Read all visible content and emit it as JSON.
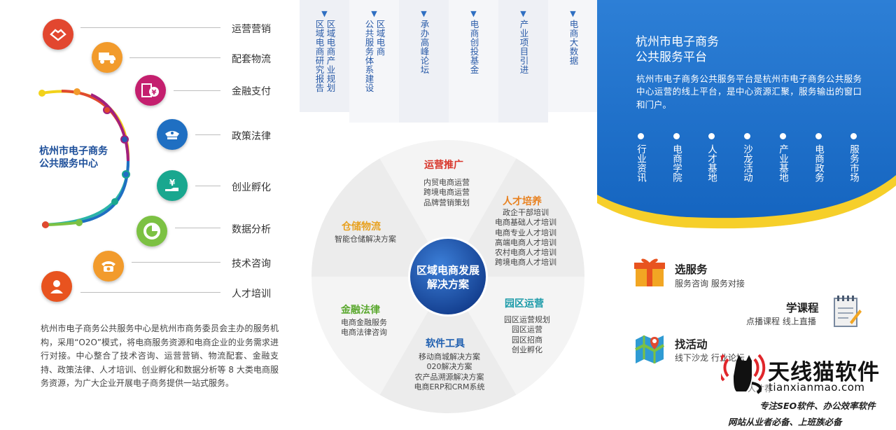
{
  "left": {
    "center_title": [
      "杭州市电子商务",
      "公共服务中心"
    ],
    "services": [
      {
        "label": "运营营销",
        "icon": "handshake-icon",
        "color": "#e2472f"
      },
      {
        "label": "配套物流",
        "icon": "truck-icon",
        "color": "#f29b2c"
      },
      {
        "label": "金融支付",
        "icon": "yen-card-icon",
        "color": "#c41f6e"
      },
      {
        "label": "政策法律",
        "icon": "police-cap-icon",
        "color": "#1f6fc2"
      },
      {
        "label": "创业孵化",
        "icon": "yen-hand-icon",
        "color": "#19a78f"
      },
      {
        "label": "数据分析",
        "icon": "pie-chart-icon",
        "color": "#7cc143"
      },
      {
        "label": "技术咨询",
        "icon": "telephone-icon",
        "color": "#f29b2c"
      },
      {
        "label": "人才培训",
        "icon": "person-icon",
        "color": "#e8531f"
      }
    ],
    "description": "杭州市电子商务公共服务中心是杭州市商务委员会主办的服务机构，采用“O2O”模式，将电商服务资源和电商企业的业务需求进行对接。中心整合了技术咨询、运营营销、物流配套、金融支持、政策法律、人才培训、创业孵化和数据分析等 8 大类电商服务资源，为广大企业开展电子商务提供一站式服务。"
  },
  "top_columns": [
    [
      "区域电商产业规划",
      "区域电商研究报告"
    ],
    [
      "区域电商",
      "公共服务体系建设"
    ],
    [
      "承办高峰论坛"
    ],
    [
      "电商创投基金"
    ],
    [
      "产业项目引进"
    ],
    [
      "电商大数据"
    ]
  ],
  "wheel": {
    "hub": [
      "区域电商发展",
      "解决方案"
    ],
    "segments": [
      {
        "title": "运营推广",
        "color": "#d8352a",
        "items": [
          "内贸电商运营",
          "跨境电商运营",
          "品牌营销策划"
        ]
      },
      {
        "title": "人才培养",
        "color": "#e8811f",
        "items": [
          "政企干部培训",
          "电商基础人才培训",
          "电商专业人才培训",
          "高端电商人才培训",
          "农村电商人才培训",
          "跨境电商人才培训"
        ]
      },
      {
        "title": "园区运营",
        "color": "#1a9aa8",
        "items": [
          "园区运营规划",
          "园区运营",
          "园区招商",
          "创业孵化"
        ]
      },
      {
        "title": "软件工具",
        "color": "#1f5fb0",
        "items": [
          "移动商城解决方案",
          "020解决方案",
          "农产品溯源解决方案",
          "电商ERP和CRM系统"
        ]
      },
      {
        "title": "金融法律",
        "color": "#5aa82e",
        "items": [
          "电商金融服务",
          "电商法律咨询"
        ]
      },
      {
        "title": "仓储物流",
        "color": "#e8a11f",
        "items": [
          "智能仓储解决方案"
        ]
      }
    ]
  },
  "right": {
    "title": [
      "杭州市电子商务",
      "公共服务平台"
    ],
    "description": "杭州市电子商务公共服务平台是杭州市电子商务公共服务中心运营的线上平台，是中心资源汇聚，服务输出的窗口和门户。",
    "features": [
      "行业资讯",
      "电商学院",
      "人才基地",
      "沙龙活动",
      "产业基地",
      "电商政务",
      "服务市场"
    ],
    "actions": [
      {
        "title": "选服务",
        "sub": "服务咨询  服务对接",
        "icon": "gift-box-icon"
      },
      {
        "title": "学课程",
        "sub": "点播课程  线上直播",
        "icon": "notepad-icon"
      },
      {
        "title": "找活动",
        "sub": "线下沙龙  行业论坛",
        "icon": "map-pin-icon"
      }
    ],
    "hidden_fragment": "人才荐"
  },
  "watermark": {
    "name": "天线猫软件",
    "domain": "tianxianmao.com",
    "line1": "专注SEO软件、办公效率软件",
    "line2": "网站从业者必备、上班族必备"
  }
}
